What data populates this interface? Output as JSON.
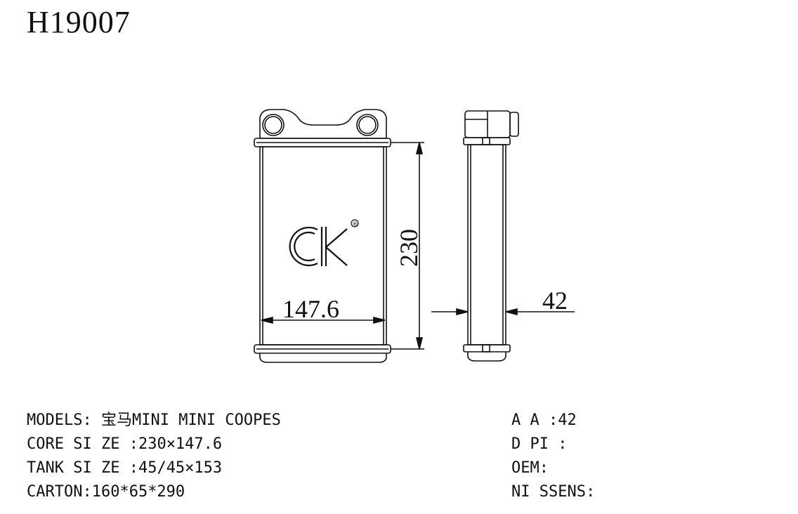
{
  "title": "H19007",
  "dimensions": {
    "core_width": "147.6",
    "core_height": "230",
    "thickness": "42"
  },
  "logo": {
    "text": "CK",
    "mark": "®"
  },
  "specs_left": [
    {
      "label": "MODELS:",
      "value": "宝马MINI MINI COOPES"
    },
    {
      "label": "CORE SI ZE :",
      "value": "230×147.6"
    },
    {
      "label": "TANK SI ZE :",
      "value": "45/45×153"
    },
    {
      "label": "CARTON:",
      "value": "160*65*290"
    }
  ],
  "specs_right": [
    {
      "label": "A A :",
      "value": "42"
    },
    {
      "label": "D PI :",
      "value": ""
    },
    {
      "label": "OEM:",
      "value": ""
    },
    {
      "label": "NI SSENS:",
      "value": ""
    }
  ]
}
